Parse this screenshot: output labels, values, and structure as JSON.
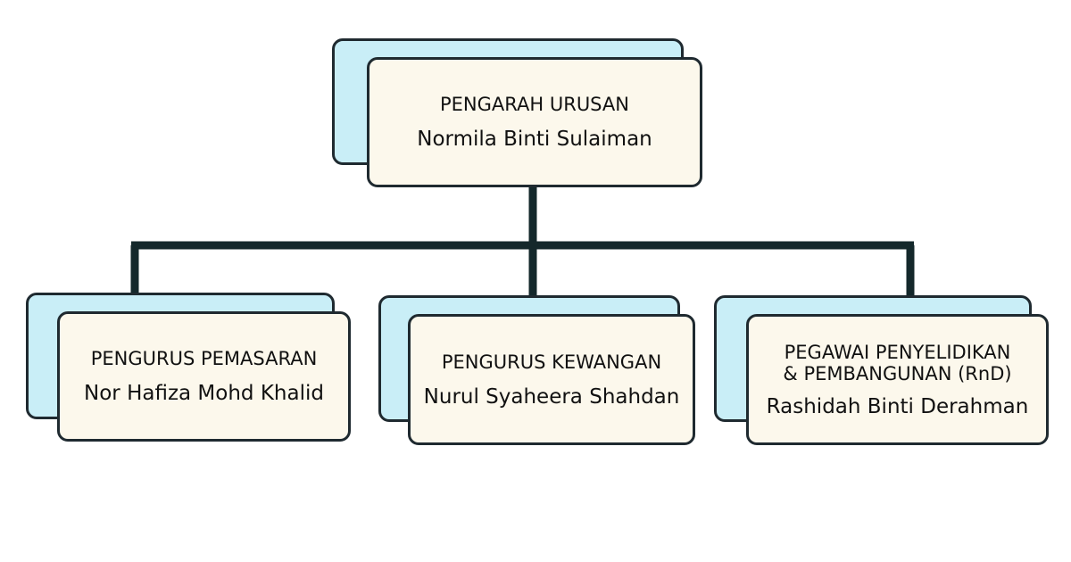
{
  "colors": {
    "card_front": "#fcf8ec",
    "card_back": "#c9eef7",
    "border": "#1f2a30",
    "connector": "#14282b"
  },
  "top": {
    "role": "PENGARAH URUSAN",
    "name": "Normila Binti Sulaiman"
  },
  "children": [
    {
      "role": "PENGURUS PEMASARAN",
      "name": "Nor Hafiza Mohd Khalid"
    },
    {
      "role": "PENGURUS KEWANGAN",
      "name": "Nurul Syaheera Shahdan"
    },
    {
      "role": "PEGAWAI PENYELIDIKAN\n& PEMBANGUNAN (RnD)",
      "name": "Rashidah Binti Derahman"
    }
  ]
}
